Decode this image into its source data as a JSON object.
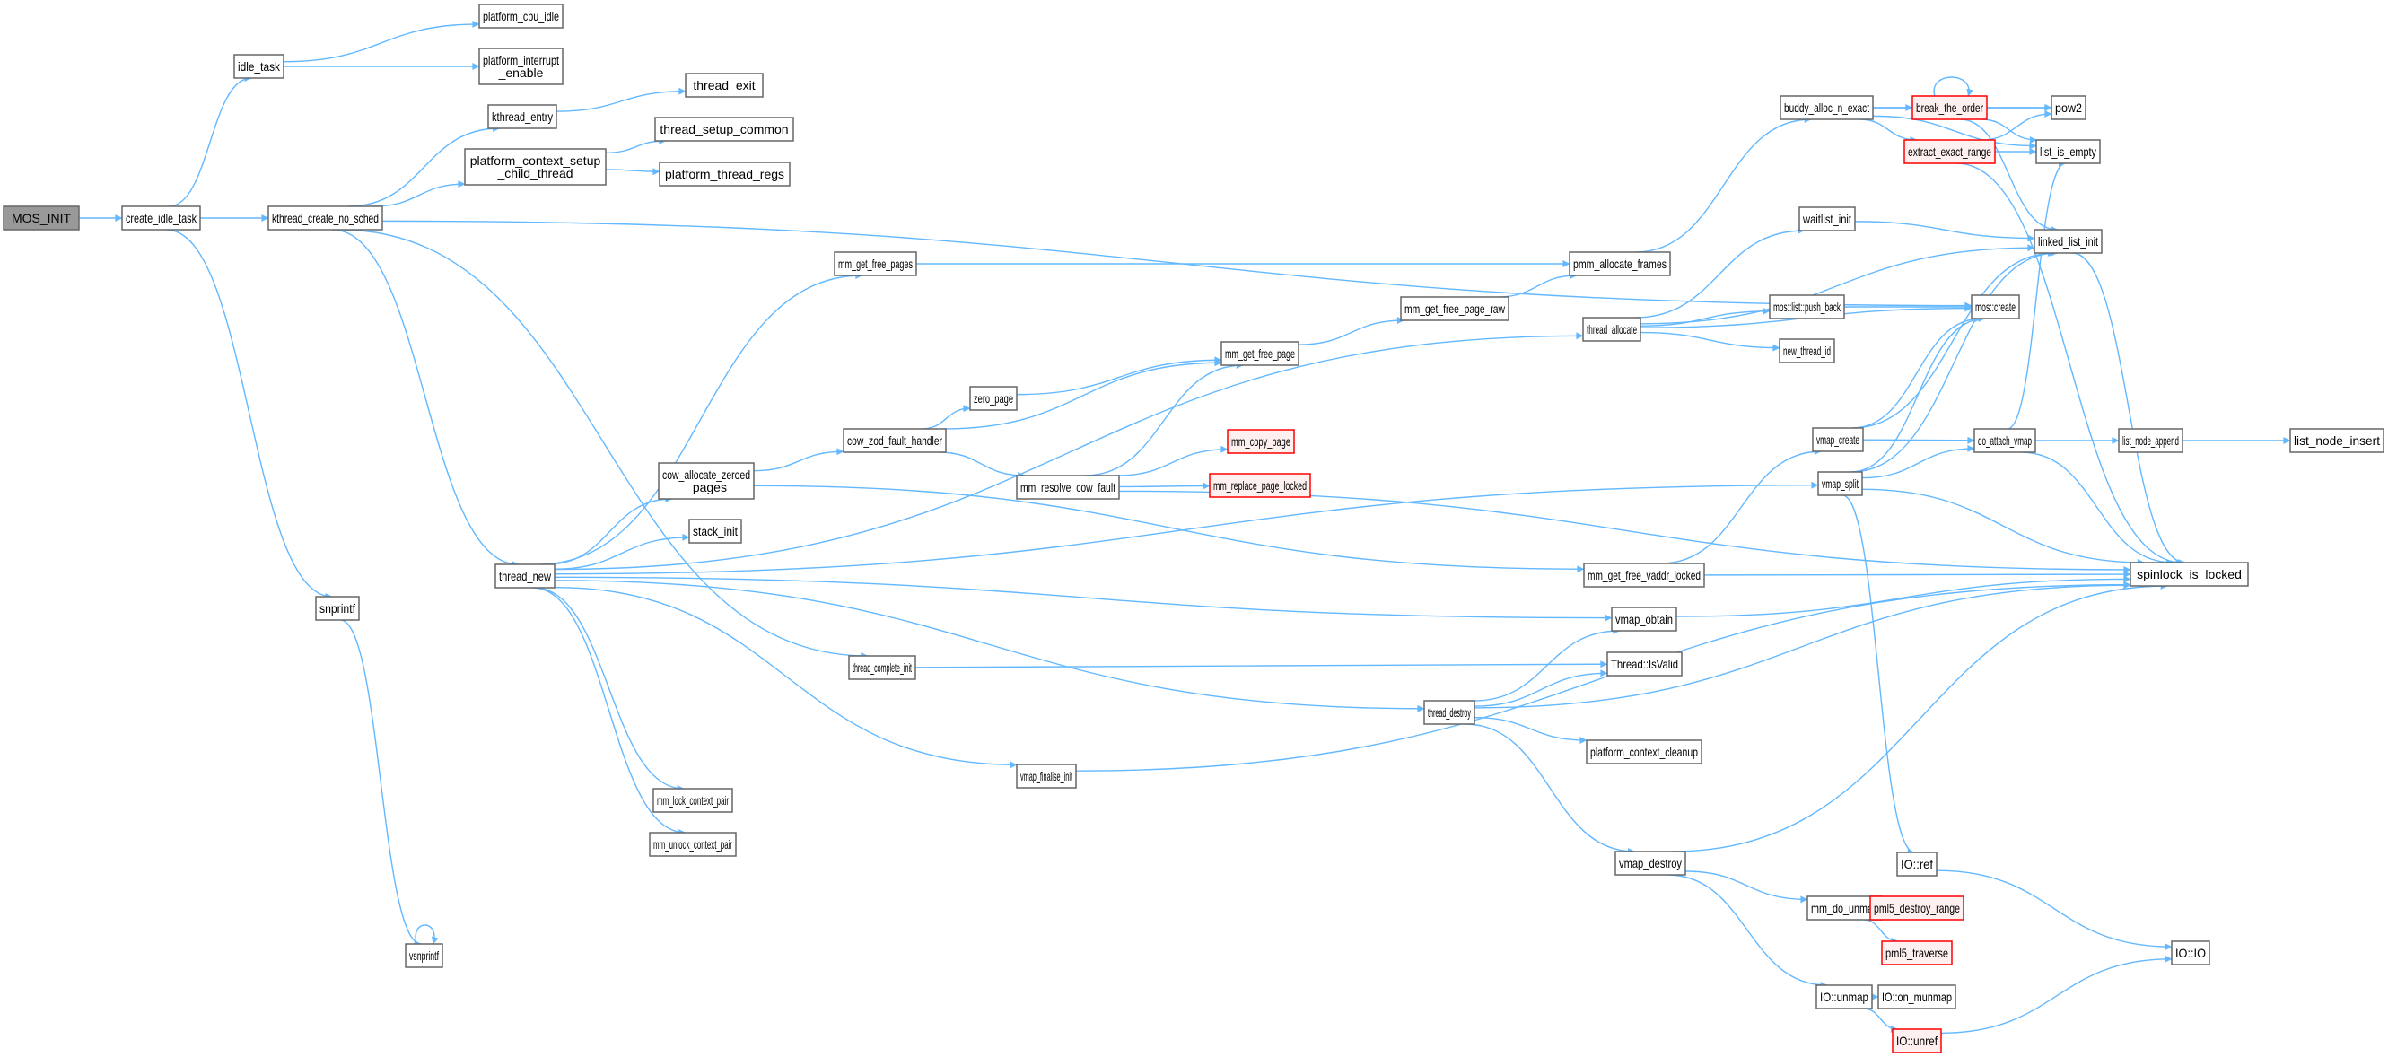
{
  "title": "MOS_INIT call graph",
  "colors": {
    "edge": "#63b8ff",
    "node_border": "#666666",
    "root_fill": "#999999",
    "truncated_border": "#ff0000",
    "truncated_fill": "#fff0f0"
  },
  "nodes": [
    {
      "id": "MOS_INIT",
      "lines": [
        "MOS_INIT"
      ],
      "kind": "root"
    },
    {
      "id": "create_idle_task",
      "lines": [
        "create_idle_task"
      ]
    },
    {
      "id": "idle_task",
      "lines": [
        "idle_task"
      ]
    },
    {
      "id": "platform_cpu_idle",
      "lines": [
        "platform_cpu_idle"
      ]
    },
    {
      "id": "platform_interrupt_enable",
      "lines": [
        "platform_interrupt",
        "_enable"
      ]
    },
    {
      "id": "kthread_create_no_sched",
      "lines": [
        "kthread_create_no_sched"
      ]
    },
    {
      "id": "kthread_entry",
      "lines": [
        "kthread_entry"
      ]
    },
    {
      "id": "thread_exit",
      "lines": [
        "thread_exit"
      ]
    },
    {
      "id": "platform_context_setup_child_thread",
      "lines": [
        "platform_context_setup",
        "_child_thread"
      ]
    },
    {
      "id": "thread_setup_common",
      "lines": [
        "thread_setup_common"
      ]
    },
    {
      "id": "platform_thread_regs",
      "lines": [
        "platform_thread_regs"
      ]
    },
    {
      "id": "snprintf",
      "lines": [
        "snprintf"
      ]
    },
    {
      "id": "vsnprintf",
      "lines": [
        "vsnprintf"
      ]
    },
    {
      "id": "thread_new",
      "lines": [
        "thread_new"
      ]
    },
    {
      "id": "mm_get_free_pages",
      "lines": [
        "mm_get_free_pages"
      ]
    },
    {
      "id": "cow_allocate_zeroed_pages",
      "lines": [
        "cow_allocate_zeroed",
        "_pages"
      ]
    },
    {
      "id": "stack_init",
      "lines": [
        "stack_init"
      ]
    },
    {
      "id": "thread_complete_init",
      "lines": [
        "thread_complete_init"
      ]
    },
    {
      "id": "mm_lock_context_pair",
      "lines": [
        "mm_lock_context_pair"
      ]
    },
    {
      "id": "mm_unlock_context_pair",
      "lines": [
        "mm_unlock_context_pair"
      ]
    },
    {
      "id": "cow_zod_fault_handler",
      "lines": [
        "cow_zod_fault_handler"
      ]
    },
    {
      "id": "zero_page",
      "lines": [
        "zero_page"
      ]
    },
    {
      "id": "mm_resolve_cow_fault",
      "lines": [
        "mm_resolve_cow_fault"
      ]
    },
    {
      "id": "mm_get_free_page",
      "lines": [
        "mm_get_free_page"
      ]
    },
    {
      "id": "mm_copy_page",
      "lines": [
        "mm_copy_page"
      ],
      "kind": "truncated"
    },
    {
      "id": "mm_replace_page_locked",
      "lines": [
        "mm_replace_page_locked"
      ],
      "kind": "truncated"
    },
    {
      "id": "vmap_finalise_init",
      "lines": [
        "vmap_finalise_init"
      ]
    },
    {
      "id": "mm_get_free_page_raw",
      "lines": [
        "mm_get_free_page_raw"
      ]
    },
    {
      "id": "thread_destroy",
      "lines": [
        "thread_destroy"
      ]
    },
    {
      "id": "pmm_allocate_frames",
      "lines": [
        "pmm_allocate_frames"
      ]
    },
    {
      "id": "thread_allocate",
      "lines": [
        "thread_allocate"
      ]
    },
    {
      "id": "mm_get_free_vaddr_locked",
      "lines": [
        "mm_get_free_vaddr_locked"
      ]
    },
    {
      "id": "vmap_obtain",
      "lines": [
        "vmap_obtain"
      ]
    },
    {
      "id": "Thread_IsValid",
      "lines": [
        "Thread::IsValid"
      ]
    },
    {
      "id": "platform_context_cleanup",
      "lines": [
        "platform_context_cleanup"
      ]
    },
    {
      "id": "vmap_destroy",
      "lines": [
        "vmap_destroy"
      ]
    },
    {
      "id": "buddy_alloc_n_exact",
      "lines": [
        "buddy_alloc_n_exact"
      ]
    },
    {
      "id": "waitlist_init",
      "lines": [
        "waitlist_init"
      ]
    },
    {
      "id": "mos_list_push_back",
      "lines": [
        "mos::list::push_back"
      ]
    },
    {
      "id": "new_thread_id",
      "lines": [
        "new_thread_id"
      ]
    },
    {
      "id": "vmap_create",
      "lines": [
        "vmap_create"
      ]
    },
    {
      "id": "vmap_split",
      "lines": [
        "vmap_split"
      ]
    },
    {
      "id": "mm_do_unmap",
      "lines": [
        "mm_do_unmap"
      ]
    },
    {
      "id": "IO_unmap",
      "lines": [
        "IO::unmap"
      ]
    },
    {
      "id": "break_the_order",
      "lines": [
        "break_the_order"
      ],
      "kind": "truncated"
    },
    {
      "id": "extract_exact_range",
      "lines": [
        "extract_exact_range"
      ],
      "kind": "truncated"
    },
    {
      "id": "mos_create",
      "lines": [
        "mos::create"
      ]
    },
    {
      "id": "do_attach_vmap",
      "lines": [
        "do_attach_vmap"
      ]
    },
    {
      "id": "IO_ref",
      "lines": [
        "IO::ref"
      ]
    },
    {
      "id": "pml5_destroy_range",
      "lines": [
        "pml5_destroy_range"
      ],
      "kind": "truncated"
    },
    {
      "id": "pml5_traverse",
      "lines": [
        "pml5_traverse"
      ],
      "kind": "truncated"
    },
    {
      "id": "IO_on_munmap",
      "lines": [
        "IO::on_munmap"
      ]
    },
    {
      "id": "IO_unref",
      "lines": [
        "IO::unref"
      ],
      "kind": "truncated"
    },
    {
      "id": "pow2",
      "lines": [
        "pow2"
      ]
    },
    {
      "id": "list_is_empty",
      "lines": [
        "list_is_empty"
      ]
    },
    {
      "id": "linked_list_init",
      "lines": [
        "linked_list_init"
      ]
    },
    {
      "id": "list_node_append",
      "lines": [
        "list_node_append"
      ]
    },
    {
      "id": "spinlock_is_locked",
      "lines": [
        "spinlock_is_locked"
      ]
    },
    {
      "id": "IO_IO",
      "lines": [
        "IO::IO"
      ]
    },
    {
      "id": "list_node_insert",
      "lines": [
        "list_node_insert"
      ]
    }
  ],
  "edges": [
    [
      "MOS_INIT",
      "create_idle_task"
    ],
    [
      "create_idle_task",
      "idle_task"
    ],
    [
      "create_idle_task",
      "kthread_create_no_sched"
    ],
    [
      "create_idle_task",
      "snprintf"
    ],
    [
      "idle_task",
      "platform_cpu_idle"
    ],
    [
      "idle_task",
      "platform_interrupt_enable"
    ],
    [
      "kthread_create_no_sched",
      "kthread_entry"
    ],
    [
      "kthread_create_no_sched",
      "platform_context_setup_child_thread"
    ],
    [
      "kthread_create_no_sched",
      "mos_create"
    ],
    [
      "kthread_create_no_sched",
      "thread_new"
    ],
    [
      "kthread_create_no_sched",
      "thread_complete_init"
    ],
    [
      "kthread_entry",
      "thread_exit"
    ],
    [
      "platform_context_setup_child_thread",
      "thread_setup_common"
    ],
    [
      "platform_context_setup_child_thread",
      "platform_thread_regs"
    ],
    [
      "snprintf",
      "vsnprintf"
    ],
    [
      "vsnprintf",
      "vsnprintf"
    ],
    [
      "thread_new",
      "mm_get_free_pages"
    ],
    [
      "thread_new",
      "thread_allocate"
    ],
    [
      "thread_new",
      "cow_allocate_zeroed_pages"
    ],
    [
      "thread_new",
      "stack_init"
    ],
    [
      "thread_new",
      "vmap_split"
    ],
    [
      "thread_new",
      "vmap_obtain"
    ],
    [
      "thread_new",
      "thread_destroy"
    ],
    [
      "thread_new",
      "vmap_finalise_init"
    ],
    [
      "thread_new",
      "mm_lock_context_pair"
    ],
    [
      "thread_new",
      "mm_unlock_context_pair"
    ],
    [
      "mm_get_free_pages",
      "pmm_allocate_frames"
    ],
    [
      "cow_allocate_zeroed_pages",
      "cow_zod_fault_handler"
    ],
    [
      "cow_allocate_zeroed_pages",
      "mm_get_free_vaddr_locked"
    ],
    [
      "cow_zod_fault_handler",
      "mm_get_free_page"
    ],
    [
      "cow_zod_fault_handler",
      "zero_page"
    ],
    [
      "cow_zod_fault_handler",
      "mm_resolve_cow_fault"
    ],
    [
      "zero_page",
      "mm_get_free_page"
    ],
    [
      "mm_resolve_cow_fault",
      "mm_get_free_page"
    ],
    [
      "mm_resolve_cow_fault",
      "mm_copy_page"
    ],
    [
      "mm_resolve_cow_fault",
      "mm_replace_page_locked"
    ],
    [
      "mm_resolve_cow_fault",
      "spinlock_is_locked"
    ],
    [
      "mm_get_free_page",
      "mm_get_free_page_raw"
    ],
    [
      "mm_get_free_page_raw",
      "pmm_allocate_frames"
    ],
    [
      "pmm_allocate_frames",
      "buddy_alloc_n_exact"
    ],
    [
      "thread_complete_init",
      "Thread_IsValid"
    ],
    [
      "vmap_finalise_init",
      "spinlock_is_locked"
    ],
    [
      "thread_destroy",
      "vmap_obtain"
    ],
    [
      "thread_destroy",
      "Thread_IsValid"
    ],
    [
      "thread_destroy",
      "spinlock_is_locked"
    ],
    [
      "thread_destroy",
      "platform_context_cleanup"
    ],
    [
      "thread_destroy",
      "vmap_destroy"
    ],
    [
      "thread_allocate",
      "linked_list_init"
    ],
    [
      "thread_allocate",
      "waitlist_init"
    ],
    [
      "thread_allocate",
      "mos_list_push_back"
    ],
    [
      "thread_allocate",
      "new_thread_id"
    ],
    [
      "thread_allocate",
      "mos_create"
    ],
    [
      "mm_get_free_vaddr_locked",
      "vmap_create"
    ],
    [
      "mm_get_free_vaddr_locked",
      "spinlock_is_locked"
    ],
    [
      "vmap_obtain",
      "spinlock_is_locked"
    ],
    [
      "vmap_destroy",
      "spinlock_is_locked"
    ],
    [
      "vmap_destroy",
      "mm_do_unmap"
    ],
    [
      "vmap_destroy",
      "IO_unmap"
    ],
    [
      "buddy_alloc_n_exact",
      "pow2"
    ],
    [
      "buddy_alloc_n_exact",
      "list_is_empty"
    ],
    [
      "buddy_alloc_n_exact",
      "break_the_order"
    ],
    [
      "buddy_alloc_n_exact",
      "extract_exact_range"
    ],
    [
      "break_the_order",
      "break_the_order"
    ],
    [
      "break_the_order",
      "pow2"
    ],
    [
      "break_the_order",
      "list_is_empty"
    ],
    [
      "break_the_order",
      "linked_list_init"
    ],
    [
      "extract_exact_range",
      "pow2"
    ],
    [
      "extract_exact_range",
      "list_is_empty"
    ],
    [
      "extract_exact_range",
      "spinlock_is_locked"
    ],
    [
      "waitlist_init",
      "linked_list_init"
    ],
    [
      "mos_list_push_back",
      "mos_create"
    ],
    [
      "vmap_create",
      "mos_create"
    ],
    [
      "vmap_create",
      "linked_list_init"
    ],
    [
      "vmap_create",
      "do_attach_vmap"
    ],
    [
      "vmap_split",
      "mos_create"
    ],
    [
      "vmap_split",
      "linked_list_init"
    ],
    [
      "vmap_split",
      "do_attach_vmap"
    ],
    [
      "vmap_split",
      "spinlock_is_locked"
    ],
    [
      "vmap_split",
      "IO_ref"
    ],
    [
      "do_attach_vmap",
      "list_is_empty"
    ],
    [
      "do_attach_vmap",
      "list_node_append"
    ],
    [
      "do_attach_vmap",
      "spinlock_is_locked"
    ],
    [
      "list_node_append",
      "list_node_insert"
    ],
    [
      "linked_list_init",
      "spinlock_is_locked"
    ],
    [
      "mm_do_unmap",
      "pml5_destroy_range"
    ],
    [
      "mm_do_unmap",
      "pml5_traverse"
    ],
    [
      "IO_unmap",
      "IO_on_munmap"
    ],
    [
      "IO_unmap",
      "IO_unref"
    ],
    [
      "IO_ref",
      "IO_IO"
    ],
    [
      "IO_unref",
      "IO_IO"
    ]
  ]
}
